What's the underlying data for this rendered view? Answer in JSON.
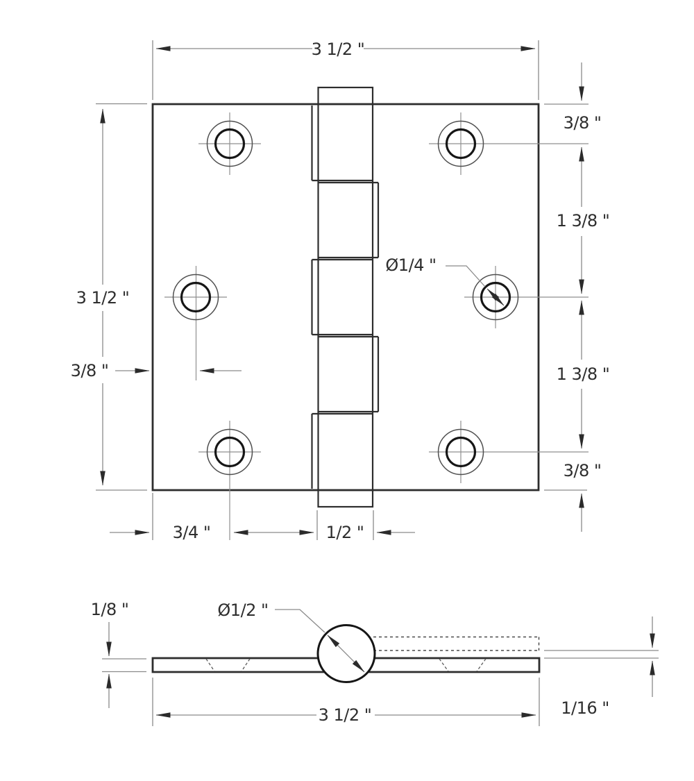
{
  "labels": {
    "top_view": {
      "width_top": "3 1/2 \"",
      "height_left": "3 1/2 \"",
      "hole_offset_left": "3/8 \"",
      "edge_to_hole_top_right": "3/8 \"",
      "hole_spacing_upper_right": "1 3/8 \"",
      "hole_spacing_lower_right": "1 3/8 \"",
      "edge_to_hole_bottom_right": "3/8 \"",
      "hole_diameter": "Ø1/4 \"",
      "edge_to_hole_bottom": "3/4 \"",
      "barrel_width_bottom": "1/2 \""
    },
    "side_view": {
      "leaf_thickness": "1/8 \"",
      "barrel_diameter": "Ø1/2 \"",
      "leaf_gap": "1/16 \"",
      "width_bottom": "3 1/2 \""
    }
  },
  "colors": {
    "outline": "#2d2d2d",
    "dimension_lines": "#8a8a8a",
    "text": "#2e2e2e",
    "background": "#ffffff"
  }
}
